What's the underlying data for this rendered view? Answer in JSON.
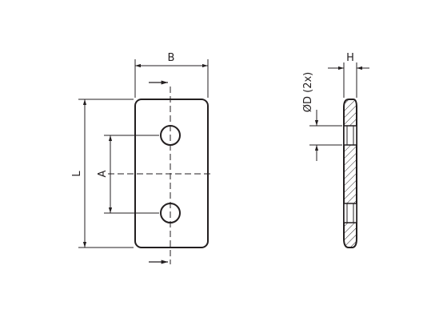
{
  "dimension_labels": {
    "length": "L",
    "width": "B",
    "hole_spacing": "A",
    "hole_diameter": "ØD (2x)",
    "thickness": "H"
  },
  "colors": {
    "line": "#231f20",
    "background": "#ffffff"
  }
}
